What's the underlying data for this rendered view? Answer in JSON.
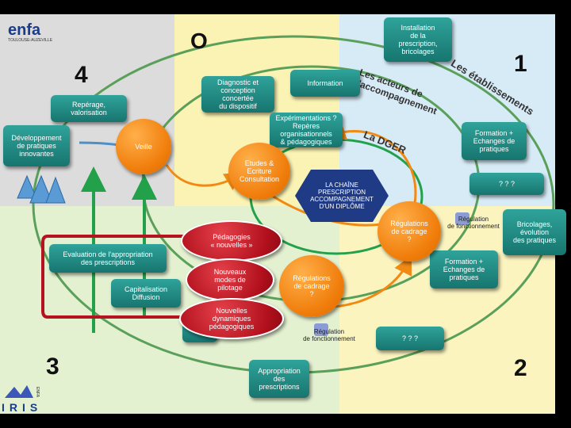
{
  "logo_top": {
    "text": "enfa",
    "subtitle": "TOULOUSE-AUZEVILLE"
  },
  "logo_bottom": {
    "text": "IRIS",
    "subtitle": "ENFA"
  },
  "quadrant_numbers": {
    "q0": "O",
    "q1": "1",
    "q2": "2",
    "q3": "3",
    "q4": "4"
  },
  "arcs": {
    "etablissements": "Les établissements",
    "acteurs": "Les acteurs de l'accompagnement",
    "dger": "La DGER"
  },
  "center": "LA CHAÎNE\nPRESCRIPTION\nACCOMPAGNEMENT\nD'UN DIPLÔME",
  "boxes": {
    "installation": "Installation\nde la\nprescription,\nbricolages",
    "diagnostic": "Diagnostic et\nconception\nconcertée\ndu dispositif",
    "information": "Information",
    "experimentations": "Expérimentations ?\nRepères\norganisationnels\n& pédagogiques",
    "reperage": "Repérage,\nvalorisation",
    "developpement": "Développement\nde pratiques\ninnovantes",
    "formation1": "Formation +\nEchanges de\npratiques",
    "qqq1": "? ? ?",
    "bricolages": "Bricolages,\névolution\ndes pratiques",
    "formation2": "Formation +\nEchanges de\npratiques",
    "qqq2": "? ? ?",
    "evaluation": "Evaluation de l'appropriation\ndes prescriptions",
    "capitalisation": "Capitalisation\nDiffusion",
    "appropriation": "Appropriation\ndes\nprescriptions"
  },
  "circles": {
    "veille": "Veille",
    "etudes": "Etudes &\nEcriture\nConsultation",
    "regulations1": "Régulations\nde cadrage\n?",
    "regulations2": "Régulations\nde cadrage\n?"
  },
  "red_circles": {
    "pedagogies": "Pédagogies\n« nouvelles »",
    "modes": "Nouveaux\nmodes de\npilotage",
    "dynamiques": "Nouvelles\ndynamiques\npédagogiques"
  },
  "labels": {
    "regulation_fonct1": "Régulation\nde fonctionnement",
    "regulation_fonct2": "Régulation\nde fonctionnement"
  },
  "colors": {
    "q_gray": "#d9d9d9",
    "q_yellow": "#fdf5b8",
    "q_blue": "#d8ecf8",
    "q_green": "#e6f2d3",
    "accent_green": "#1f8f86",
    "accent_orange": "#f08a14",
    "accent_red": "#b41420"
  }
}
